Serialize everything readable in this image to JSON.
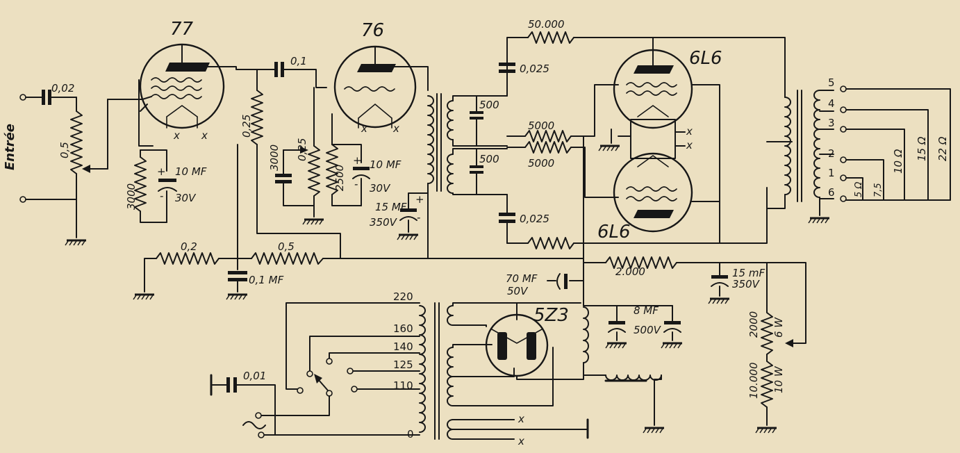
{
  "input": {
    "label": "Entrée"
  },
  "tubes": {
    "v77": "77",
    "v76": "76",
    "v6l6a": "6L6",
    "v6l6b": "6L6",
    "v5z3": "5Z3"
  },
  "components": {
    "c002": "0,02",
    "pot05": "0,5",
    "r3000a": "3000",
    "c10mf_a": "10 MF",
    "c30v_a": "30V",
    "c01": "0,1",
    "r025a": "0,25",
    "r3000b": "3000",
    "pot025": "0,25",
    "r2500": "2500",
    "c10mf_b": "10 MF",
    "c30v_b": "30V",
    "r02": "0,2",
    "r05": "0,5",
    "c01mf": "0,1 MF",
    "c15mf_a": "15 MF",
    "c350v_a": "350V",
    "r50000": "50.000",
    "c0025a": "0,025",
    "c500a": "500",
    "c500b": "500",
    "r5000a": "5000",
    "r5000b": "5000",
    "c0025b": "0,025",
    "c70mf": "70 MF",
    "c50v": "50V",
    "r2000a": "2.000",
    "c15mf_b": "15 mF",
    "c350v_b": "350V",
    "c8mf": "8 MF",
    "c500v": "500V",
    "r2000b": "2000",
    "r6w": "6 W",
    "r10000": "10.000",
    "r10w": "10 W",
    "c001": "0,01"
  },
  "mains_taps": [
    "220",
    "160",
    "140",
    "125",
    "110",
    "0"
  ],
  "output_taps": {
    "numbers": [
      "5",
      "4",
      "3",
      "2",
      "1",
      "6"
    ],
    "impedances": [
      "5 Ω",
      "7,5",
      "10 Ω",
      "15 Ω",
      "22 Ω"
    ]
  },
  "heater_marks": [
    "x",
    "x",
    "x",
    "x",
    "x",
    "x",
    "x",
    "x"
  ],
  "polarity_marks": [
    "+",
    "-",
    "+",
    "-",
    "+",
    "-"
  ]
}
